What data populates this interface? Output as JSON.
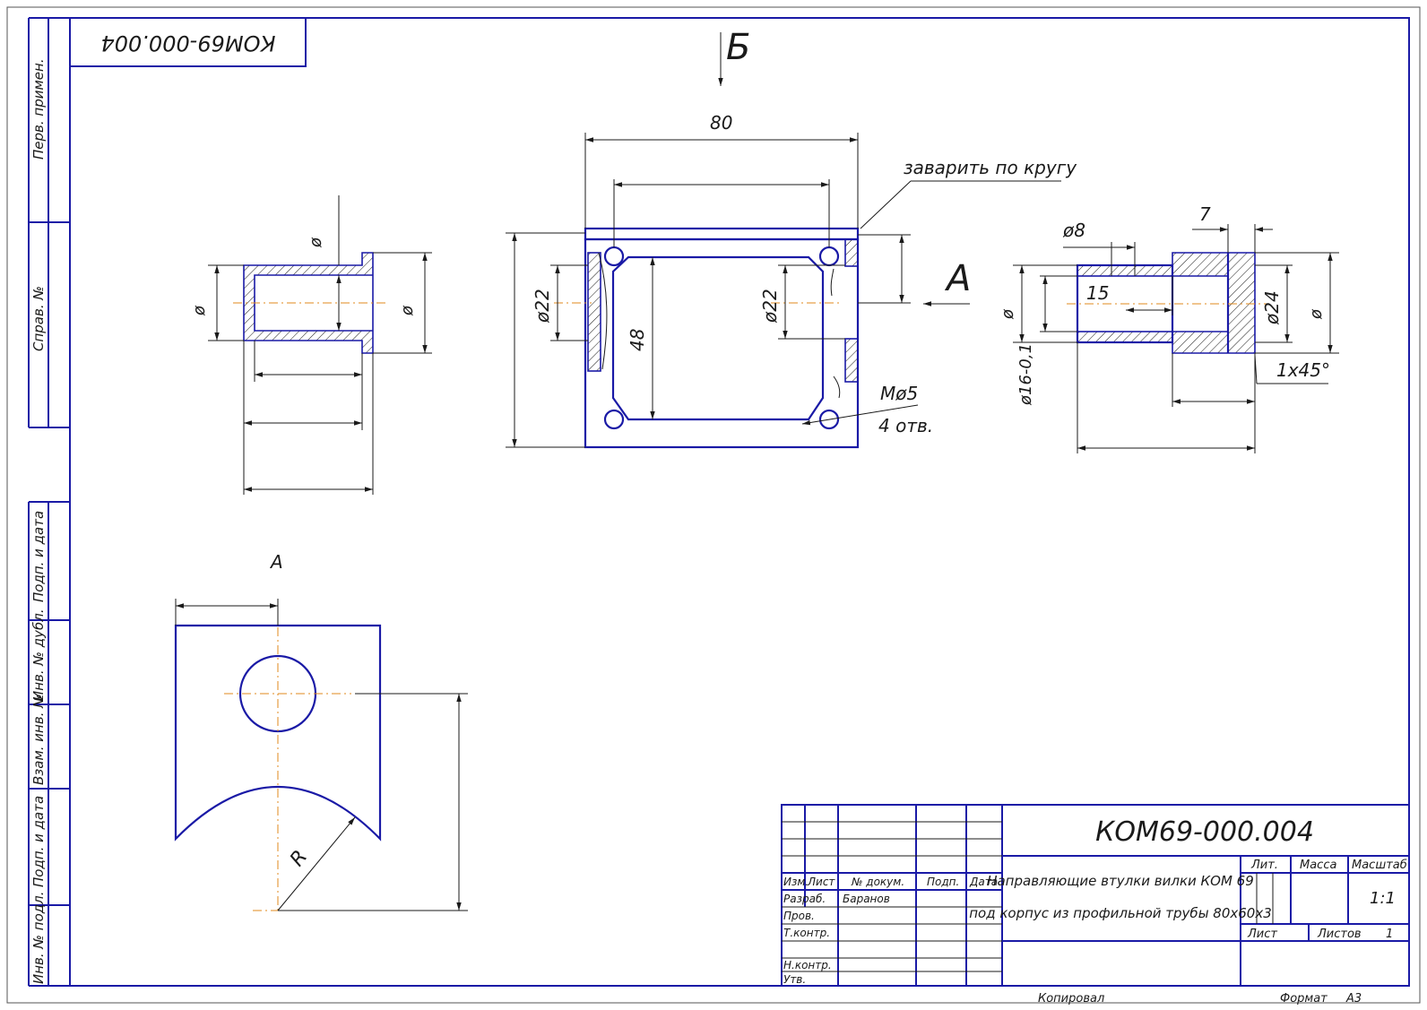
{
  "title_block": {
    "designation": "КОМ69-000.004",
    "name_line1": "Направляющие втулки вилки КОМ 69",
    "name_line2": "под корпус из профильной трубы 80х60х3",
    "col_izm": "Изм.",
    "col_list": "Лист",
    "col_doc": "№ докум.",
    "col_podp": "Подп.",
    "col_date": "Дата",
    "row_razrab": "Разраб.",
    "razrab_name": "Баранов",
    "row_prov": "Пров.",
    "row_tkontr": "Т.контр.",
    "row_nkontr": "Н.контр.",
    "row_utv": "Утв.",
    "lit": "Лит.",
    "massa": "Масса",
    "masshtab": "Масштаб",
    "scale": "1:1",
    "sheet_label": "Лист",
    "sheets_label": "Листов",
    "sheets_count": "1",
    "copied": "Копировал",
    "format_label": "Формат",
    "format_value": "А3"
  },
  "top_stamp": "КОМ69-000.004",
  "side_labels": {
    "perv_primen": "Перв. примен.",
    "sprav_no": "Справ. №",
    "podp_data_1": "Подп. и дата",
    "inv_dubl": "Инв. № дубл.",
    "vzam_inv": "Взам. инв. №",
    "podp_data_2": "Подп. и дата",
    "inv_podl": "Инв. № подл."
  },
  "views": {
    "view_b_label": "Б",
    "view_a_arrow_label": "А",
    "view_a_title": "А"
  },
  "dimensions": {
    "width_80": "80",
    "height_48": "48",
    "dia22_left": "ø22",
    "dia22_right": "ø22",
    "weld_note": "заварить по кругу",
    "thread": "Мø5",
    "holes": "4 отв.",
    "left_phi_top": "ø",
    "left_phi_left": "ø",
    "left_phi_right": "ø",
    "right_7": "7",
    "right_dia8": "ø8",
    "right_15": "15",
    "right_dia24": "ø24",
    "right_phi_left": "ø",
    "right_phi_right": "ø",
    "right_dia16": "ø16-0,1",
    "chamfer": "1х45°",
    "radius_r": "R"
  }
}
